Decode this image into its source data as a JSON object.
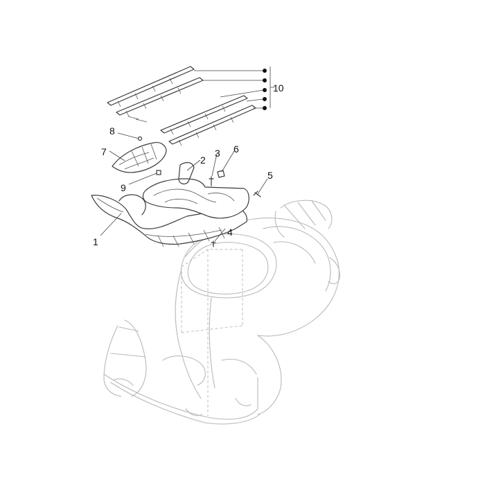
{
  "callouts": [
    {
      "id": "1",
      "label": "1"
    },
    {
      "id": "2",
      "label": "2"
    },
    {
      "id": "3",
      "label": "3"
    },
    {
      "id": "4",
      "label": "4"
    },
    {
      "id": "5",
      "label": "5"
    },
    {
      "id": "6",
      "label": "6"
    },
    {
      "id": "7",
      "label": "7"
    },
    {
      "id": "8",
      "label": "8"
    },
    {
      "id": "9",
      "label": "9"
    },
    {
      "id": "10",
      "label": "10"
    }
  ],
  "colors": {
    "background": "#ffffff",
    "ghost_frame": "#b9b9b9",
    "part_lines": "#3a3a3a",
    "labels": "#111111"
  }
}
